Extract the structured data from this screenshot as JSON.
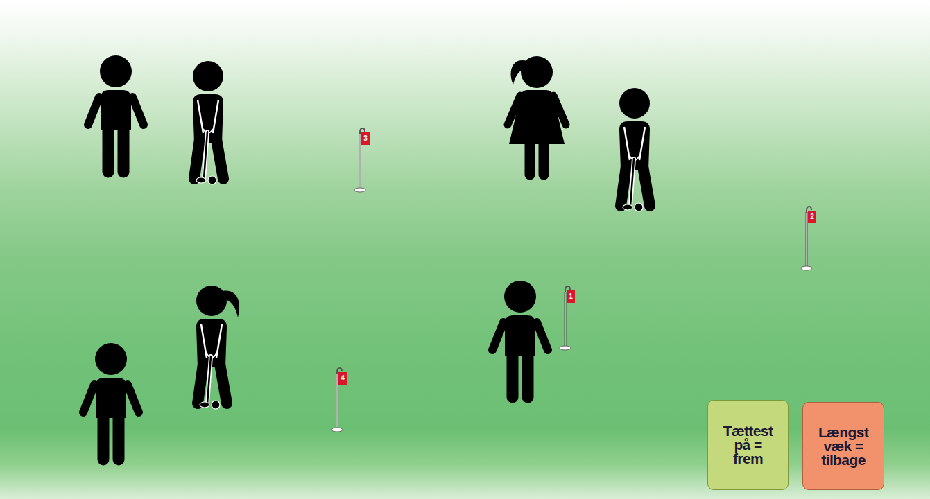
{
  "diagram": {
    "nodes": [
      {
        "text": [
          "Tættest på = frem"
        ]
      },
      {
        "text": [
          "Længst væk = tilbage"
        ]
      }
    ],
    "labels": [
      "3",
      "2",
      "1",
      "4"
    ]
  }
}
